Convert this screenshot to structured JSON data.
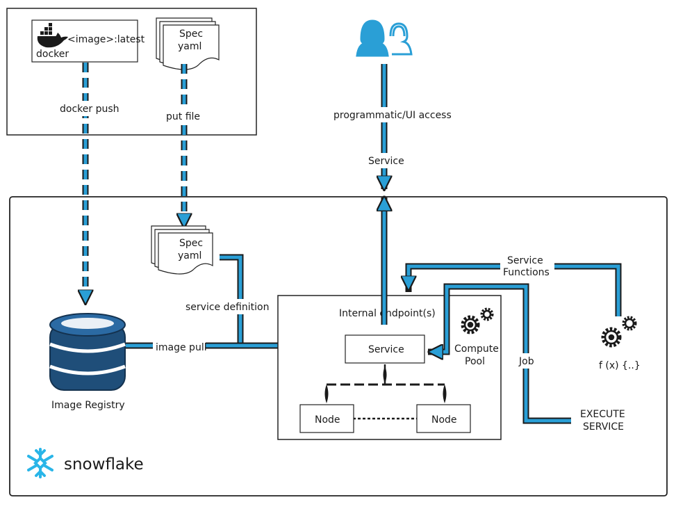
{
  "colors": {
    "accent": "#2a9fd6",
    "accent_dark": "#1a1a1a",
    "frame": "#222222",
    "snowflake_blue": "#29b5e8"
  },
  "source": {
    "image_tag": "<image>:latest",
    "docker_label": "docker",
    "spec_top": "Spec",
    "spec_bottom": "yaml",
    "docker_push": "docker push",
    "put_file": "put file"
  },
  "access": {
    "users_icon": "users-icon",
    "label": "programmatic/UI access",
    "service_label": "Service"
  },
  "snowflake": {
    "brand": "snowflake",
    "logo_icon": "snowflake-logo-icon",
    "spec_top": "Spec",
    "spec_bottom": "yaml",
    "service_definition": "service definition",
    "image_pull": "image pull",
    "image_registry": "Image Registry",
    "internal_endpoints": "Internal endpoint(s)",
    "service_box": "Service",
    "compute_pool_line1": "Compute",
    "compute_pool_line2": "Pool",
    "node_left": "Node",
    "node_right": "Node",
    "service_functions_line1": "Service",
    "service_functions_line2": "Functions",
    "job": "Job",
    "function_sig": "f (x) {..}",
    "execute_line1": "EXECUTE",
    "execute_line2": "SERVICE"
  }
}
